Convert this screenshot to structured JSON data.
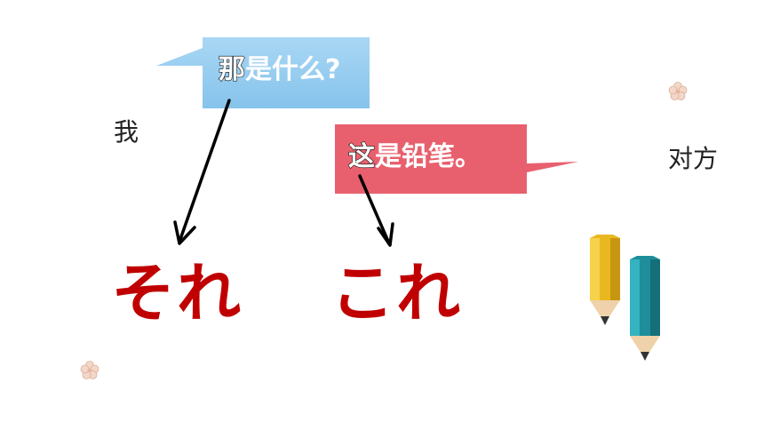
{
  "speakers": {
    "me": "我",
    "other": "对方"
  },
  "bubble_question": {
    "highlight": "那",
    "rest": "是什么?",
    "color": "#8fc8ee"
  },
  "bubble_answer": {
    "highlight": "这",
    "rest": "是铅笔。",
    "color": "#e8606e"
  },
  "kana": {
    "sore": "それ",
    "kore": "これ",
    "color": "#c00000"
  },
  "icons": [
    "flower-icon",
    "pencil-icon"
  ]
}
